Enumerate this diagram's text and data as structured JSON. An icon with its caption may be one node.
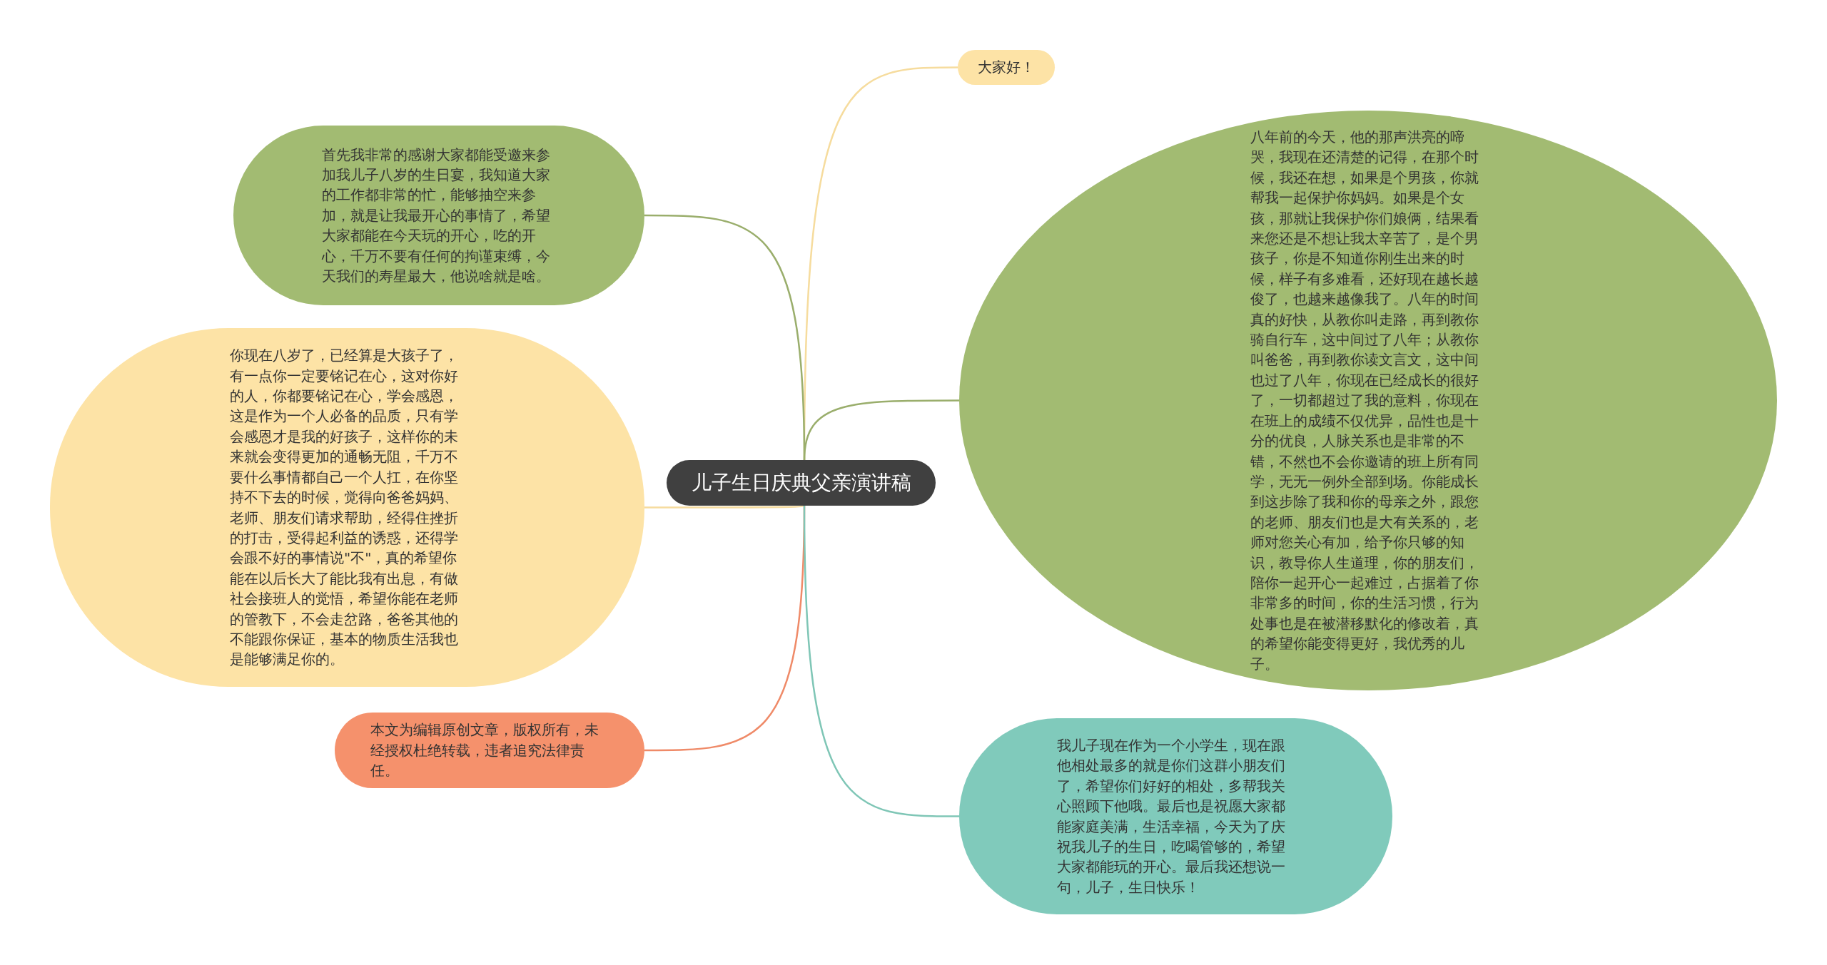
{
  "diagram": {
    "nodes": [
      {
        "text": [
          "儿子生日庆典父亲演讲稿"
        ]
      },
      {
        "text": [
          "大家好！"
        ]
      },
      {
        "text": [
          "首先我非常的感谢大家都能受邀来参加我儿子八岁的生日宴，我知道大家的工作都非常的忙，能够抽空来参加，就是让我最开心的事情了，希望大家都能在今天玩的开心，吃的开心，千万不要有任何的拘谨束缚，今天我们的寿星最大，他说啥就是啥。"
        ]
      },
      {
        "text": [
          "八年前的今天，他的那声洪亮的啼哭，我现在还清楚的记得，在那个时候，我还在想，如果是个男孩，你就帮我一起保护你妈妈。如果是个女孩，那就让我保护你们娘俩，结果看来您还是不想让我太辛苦了，是个男孩子，你是不知道你刚生出来的时候，样子有多难看，还好现在越长越俊了，也越来越像我了。八年的时间真的好快，从教你叫走路，再到教你骑自行车，这中间过了八年；从教你叫爸爸，再到教你读文言文，这中间也过了八年，你现在已经成长的很好了，一切都超过了我的意料，你现在在班上的成绩不仅优异，品性也是十分的优良，人脉关系也是非常的不错，不然也不会你邀请的班上所有同学，无无一例外全部到场。你能成长到这步除了我和你的母亲之外，跟您的老师、朋友们也是大有关系的，老师对您关心有加，给予你只够的知识，教导你人生道理，你的朋友们，陪你一起开心一起难过，占据着了你非常多的时间，你的生活习惯，行为处事也是在被潜移默化的修改着，真的希望你能变得更好，我优秀的儿子。"
        ]
      },
      {
        "text": [
          "你现在八岁了，已经算是大孩子了，有一点你一定要铭记在心，这对你好的人，你都要铭记在心，学会感恩，这是作为一个人必备的品质，只有学会感恩才是我的好孩子，这样你的未来就会变得更加的通畅无阻，千万不要什么事情都自己一个人扛，在你坚持不下去的时候，觉得向爸爸妈妈、老师、朋友们请求帮助，经得住挫折的打击，受得起利益的诱惑，还得学会跟不好的事情说\"不\"，真的希望你能在以后长大了能比我有出息，有做社会接班人的觉悟，希望你能在老师的管教下，不会走岔路，爸爸其他的不能跟你保证，基本的物质生活我也是能够满足你的。"
        ]
      },
      {
        "text": [
          "本文为编辑原创文章，版权所有，未经授权杜绝转载，违者追究法律责任。"
        ]
      },
      {
        "text": [
          "我儿子现在作为一个小学生，现在跟他相处最多的就是你们这群小朋友们了，希望你们好好的相处，多帮我关心照顾下他哦。最后也是祝愿大家都能家庭美满，生活幸福，今天为了庆祝我儿子的生日，吃喝管够的，希望大家都能玩的开心。最后我还想说一句，儿子，生日快乐！"
        ]
      }
    ],
    "edges": [
      {
        "from": 0,
        "to": 1,
        "arrow": "none",
        "color": "#f6dc9e"
      },
      {
        "from": 0,
        "to": 2,
        "arrow": "none",
        "color": "#9aae6c"
      },
      {
        "from": 0,
        "to": 3,
        "arrow": "none",
        "color": "#9aae6c"
      },
      {
        "from": 0,
        "to": 4,
        "arrow": "none",
        "color": "#f6dc9e"
      },
      {
        "from": 0,
        "to": 5,
        "arrow": "none",
        "color": "#ef8a68"
      },
      {
        "from": 0,
        "to": 6,
        "arrow": "none",
        "color": "#7fc6b6"
      }
    ]
  }
}
